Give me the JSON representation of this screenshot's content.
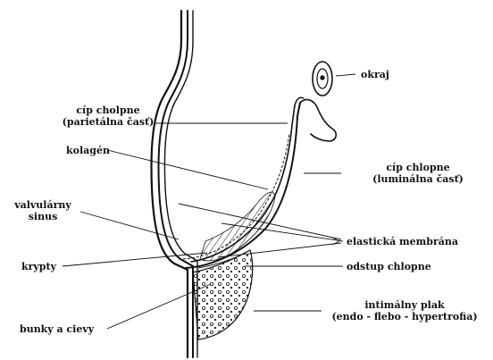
{
  "labels": {
    "okraj": "okraj",
    "cip_parietalna_1": "cíp cholpne",
    "cip_parietalna_2": "(parietálna časť)",
    "kolagen": "kolagén",
    "cip_luminalna_1": "cíp chlopne",
    "cip_luminalna_2": "(luminálna časť)",
    "valvularny_1": "valvulárny",
    "valvularny_2": "sinus",
    "elasticka": "elastická membrána",
    "krypty": "krypty",
    "odstup": "odstup chlopne",
    "intimalny_1": "intimálny plak",
    "intimalny_2": "(endo - flebo - hypertrofia)",
    "bunky": "bunky a cievy"
  },
  "colors": {
    "ink": "#111111",
    "background": "#ffffff"
  }
}
